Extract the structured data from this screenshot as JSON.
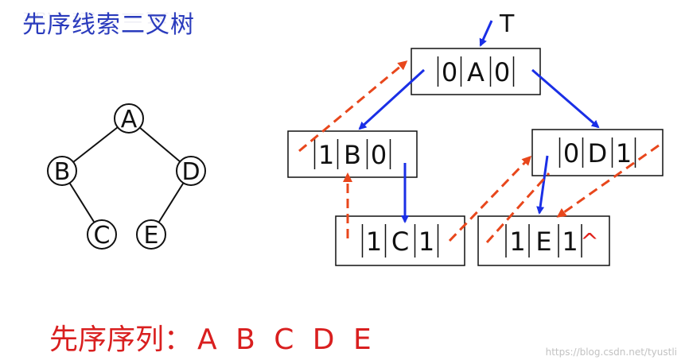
{
  "title": "先序线索二叉树",
  "sequence": {
    "label": "先序序列：",
    "value": "A B C D E"
  },
  "watermark": "https://blog.csdn.net/tyustli",
  "root_pointer": "T",
  "tree": {
    "nodes": [
      {
        "id": "A",
        "label": "A"
      },
      {
        "id": "B",
        "label": "B"
      },
      {
        "id": "D",
        "label": "D"
      },
      {
        "id": "C",
        "label": "C"
      },
      {
        "id": "E",
        "label": "E"
      }
    ],
    "edges": [
      [
        "A",
        "B"
      ],
      [
        "A",
        "D"
      ],
      [
        "B",
        "C"
      ],
      [
        "D",
        "E"
      ]
    ]
  },
  "threaded": {
    "nodes": [
      {
        "id": "A",
        "ltag": "0",
        "data": "A",
        "rtag": "0",
        "extra": ""
      },
      {
        "id": "B",
        "ltag": "1",
        "data": "B",
        "rtag": "0",
        "extra": ""
      },
      {
        "id": "D",
        "ltag": "0",
        "data": "D",
        "rtag": "1",
        "extra": ""
      },
      {
        "id": "C",
        "ltag": "1",
        "data": "C",
        "rtag": "1",
        "extra": ""
      },
      {
        "id": "E",
        "ltag": "1",
        "data": "E",
        "rtag": "1",
        "extra": "^"
      }
    ],
    "child_links": [
      [
        "A",
        "B"
      ],
      [
        "A",
        "D"
      ],
      [
        "B",
        "C"
      ],
      [
        "D",
        "E"
      ]
    ],
    "thread_links": [
      [
        "B",
        "A"
      ],
      [
        "C",
        "B"
      ],
      [
        "C",
        "D"
      ],
      [
        "E",
        "D"
      ]
    ]
  },
  "colors": {
    "title": "#2a3bbd",
    "child_link": "#1a2fe6",
    "thread_link": "#e8471c",
    "sequence": "#d91f1f",
    "null_marker": "#e0201a"
  }
}
